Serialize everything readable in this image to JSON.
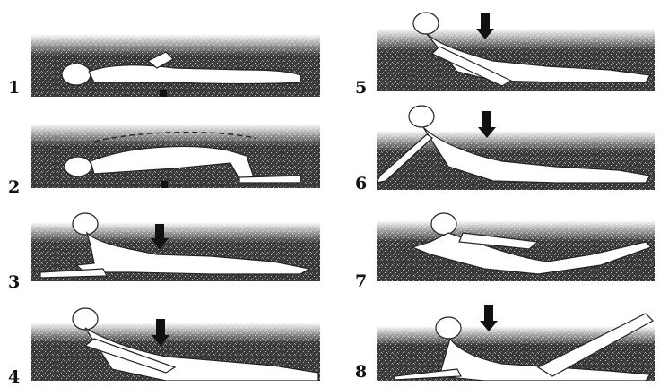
{
  "panels": [
    {
      "number": "1",
      "arrow": true
    },
    {
      "number": "2",
      "arrow": true
    },
    {
      "number": "3",
      "arrow": true
    },
    {
      "number": "4",
      "arrow": true
    },
    {
      "number": "5",
      "arrow": true
    },
    {
      "number": "6",
      "arrow": true
    },
    {
      "number": "7",
      "arrow": false
    },
    {
      "number": "8",
      "arrow": true
    }
  ],
  "colors": {
    "ink": "#111111",
    "ground": "#2a2a2a",
    "figure": "#ffffff"
  }
}
